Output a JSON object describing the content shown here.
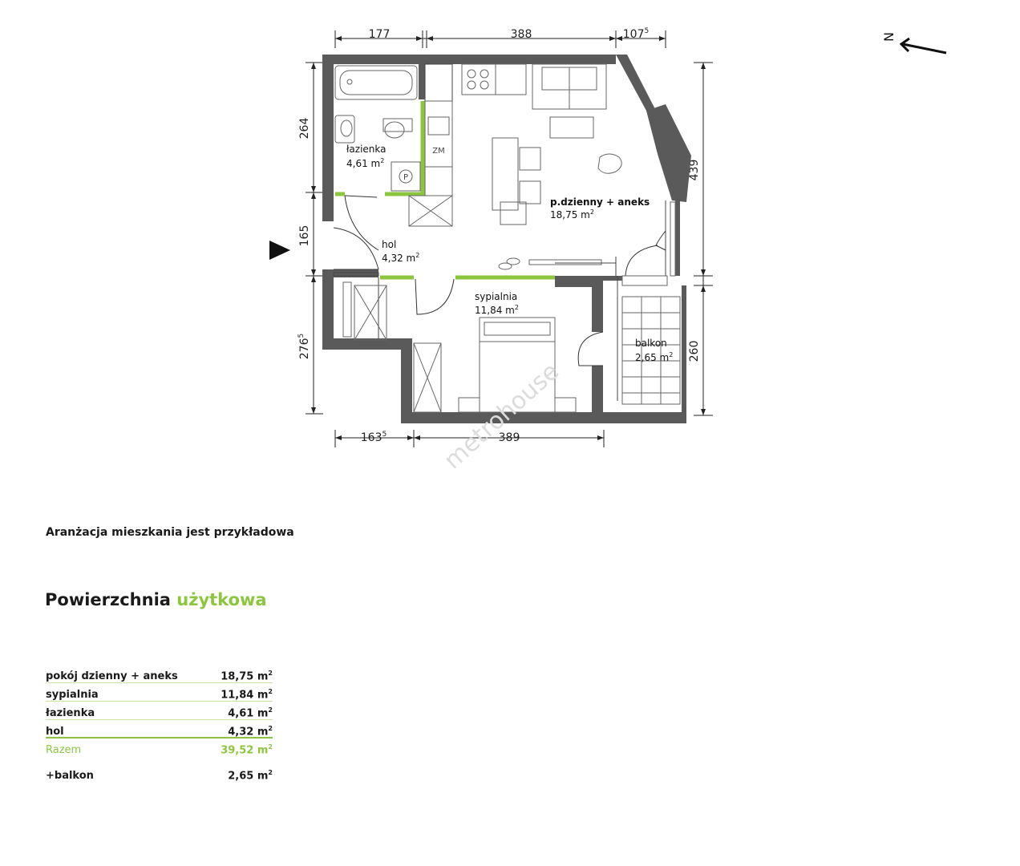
{
  "dimensions": {
    "top": [
      "177",
      "388",
      "107",
      "5"
    ],
    "bottom": [
      "163",
      "5",
      "389"
    ],
    "left": [
      "264",
      "165",
      "276",
      "5"
    ],
    "right": [
      "439",
      "260"
    ]
  },
  "compass": "N",
  "watermark": "metrohouse",
  "rooms": {
    "bath": {
      "name": "łazienka",
      "area": "4,61 m",
      "sup": "2"
    },
    "living": {
      "name": "p.dzienny + aneks",
      "area": "18,75 m",
      "sup": "2"
    },
    "hall": {
      "name": "hol",
      "area": "4,32 m",
      "sup": "2"
    },
    "bedroom": {
      "name": "sypialnia",
      "area": "11,84 m",
      "sup": "2"
    },
    "balcony": {
      "name": "balkon",
      "area": "2,65 m",
      "sup": "2"
    }
  },
  "fixtures": {
    "washer": "P",
    "fridge": "ZM"
  },
  "note": "Aranżacja mieszkania jest przykładowa",
  "heading": {
    "part1": "Powierzchnia",
    "part2": "użytkowa"
  },
  "areas": [
    {
      "label": "pokój dzienny + aneks",
      "value": "18,75 m",
      "sup": "2"
    },
    {
      "label": "sypialnia",
      "value": "11,84 m",
      "sup": "2"
    },
    {
      "label": "łazienka",
      "value": "4,61 m",
      "sup": "2"
    },
    {
      "label": "hol",
      "value": "4,32 m",
      "sup": "2"
    }
  ],
  "total": {
    "label": "Razem",
    "value": "39,52 m",
    "sup": "2"
  },
  "extra": {
    "label": "+balkon",
    "value": "2,65 m",
    "sup": "2"
  },
  "colors": {
    "accent": "#8cc63f",
    "wall": "#5a5a5a",
    "line": "#333333"
  }
}
